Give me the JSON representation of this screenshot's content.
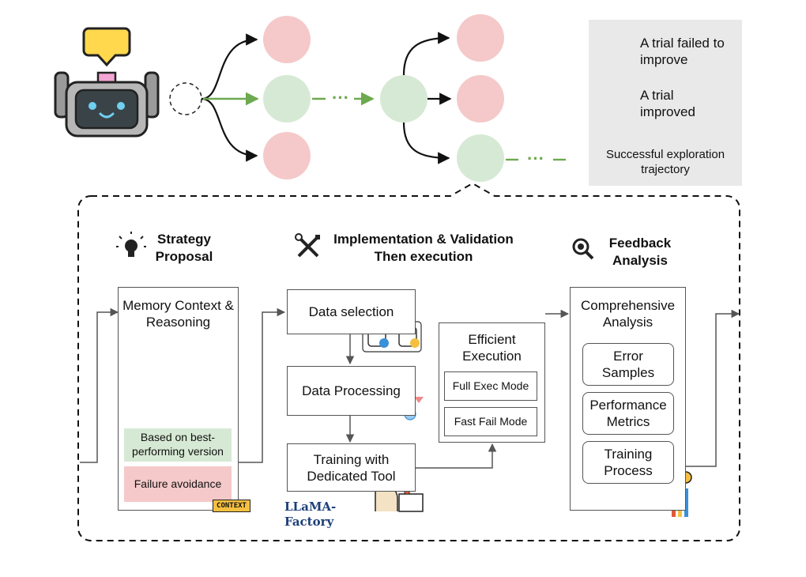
{
  "colors": {
    "failed": "#f5c9c9",
    "improved": "#d6e9d4",
    "trajectory": "#6da94e",
    "arrow": "#111111",
    "legend_bg": "#e9e9e9"
  },
  "legend": {
    "failed_label": "A trial failed to improve",
    "improved_label": "A trial improved",
    "trajectory_label": "Successful exploration trajectory"
  },
  "trajectory": {
    "ellipsis": "···"
  },
  "stages": {
    "strategy": {
      "title": "Strategy Proposal",
      "icon": "lightbulb-icon"
    },
    "implementation": {
      "title": "Implementation & Validation Then execution",
      "icon": "tools-icon"
    },
    "feedback": {
      "title": "Feedback Analysis",
      "icon": "magnifier-icon"
    }
  },
  "memory": {
    "title": "Memory Context & Reasoning",
    "best_label": "Based on best-performing version",
    "failure_label": "Failure avoidance",
    "badge": "CONTEXT"
  },
  "pipeline": {
    "data_selection": "Data selection",
    "data_processing": "Data Processing",
    "training": "Training with Dedicated Tool",
    "llama_factory": "LLaMA-Factory"
  },
  "execution": {
    "title": "Efficient Execution",
    "full_mode": "Full Exec Mode",
    "fast_mode": "Fast Fail Mode"
  },
  "analysis": {
    "title": "Comprehensive Analysis",
    "items": [
      "Error Samples",
      "Performance Metrics",
      "Training Process"
    ]
  }
}
